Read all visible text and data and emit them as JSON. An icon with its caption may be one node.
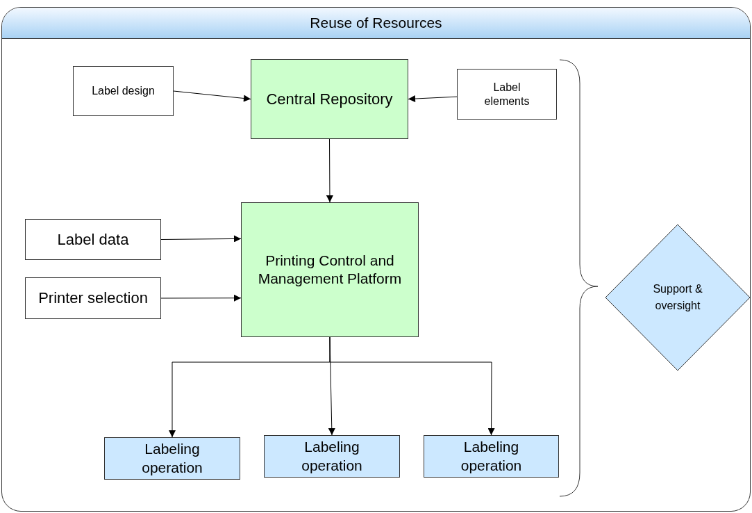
{
  "diagram": {
    "nodes": [
      {
        "text": [
          "Reuse of Resources"
        ]
      },
      {
        "text": [
          "Label design"
        ],
        "in": 0
      },
      {
        "text": [
          "Central Repository"
        ],
        "in": 0
      },
      {
        "text": [
          "Label elements"
        ],
        "in": 0
      },
      {
        "text": [
          "Label data"
        ],
        "in": 0
      },
      {
        "text": [
          "Printing Control and Management Platform"
        ],
        "in": 0
      },
      {
        "text": [
          "Printer selection"
        ],
        "in": 0
      },
      {
        "text": [
          "Labeling operation"
        ],
        "in": 0
      },
      {
        "text": [
          "Labeling operation"
        ],
        "in": 0
      },
      {
        "text": [
          "Labeling operation"
        ],
        "in": 0
      },
      {
        "text": [
          "Support & oversight"
        ],
        "in": 0
      }
    ],
    "edges": [
      {
        "from": 1,
        "to": 2,
        "arrow": "to"
      },
      {
        "from": 3,
        "to": 2,
        "arrow": "to"
      },
      {
        "from": 2,
        "to": 5,
        "arrow": "to"
      },
      {
        "from": 4,
        "to": 5,
        "arrow": "to"
      },
      {
        "from": 6,
        "to": 5,
        "arrow": "to"
      },
      {
        "from": 5,
        "to": 7,
        "arrow": "to"
      },
      {
        "from": 5,
        "to": 8,
        "arrow": "to"
      },
      {
        "from": 5,
        "to": 9,
        "arrow": "to"
      }
    ]
  }
}
